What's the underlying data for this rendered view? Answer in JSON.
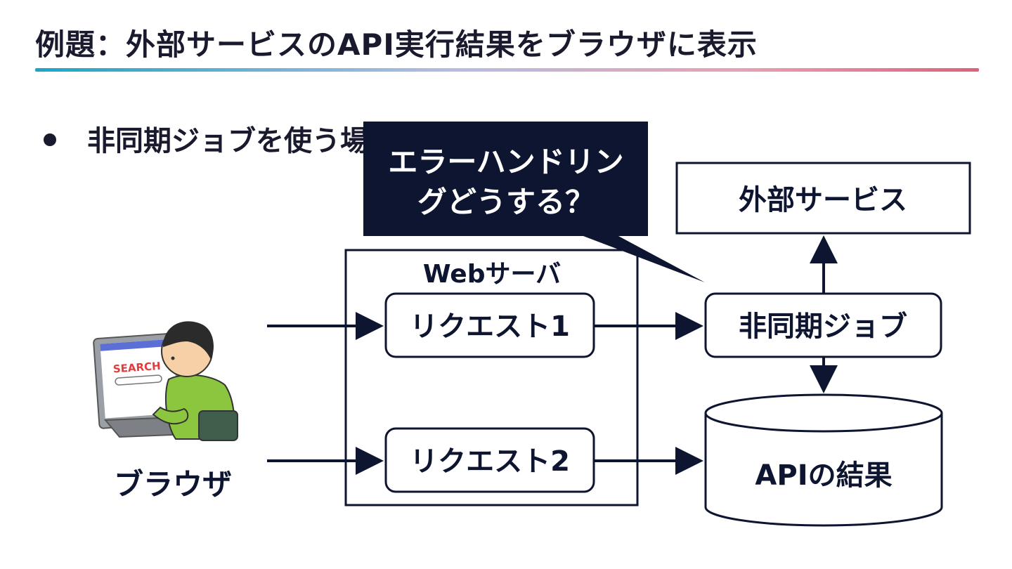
{
  "title": "例題：外部サービスのAPI実行結果をブラウザに表示",
  "bullet": "非同期ジョブを使う場合",
  "callout": {
    "line1": "エラーハンドリン",
    "line2": "グどうする？"
  },
  "nodes": {
    "webserver": "Webサーバ",
    "request1": "リクエスト1",
    "request2": "リクエスト2",
    "async_job": "非同期ジョブ",
    "external_service": "外部サービス",
    "api_result": "APIの結果",
    "browser": "ブラウザ"
  },
  "illustration": {
    "search_text": "SEARCH"
  },
  "colors": {
    "dark": "#0d1530",
    "callout": "#0d1530",
    "person_shirt": "#8cc63f"
  }
}
